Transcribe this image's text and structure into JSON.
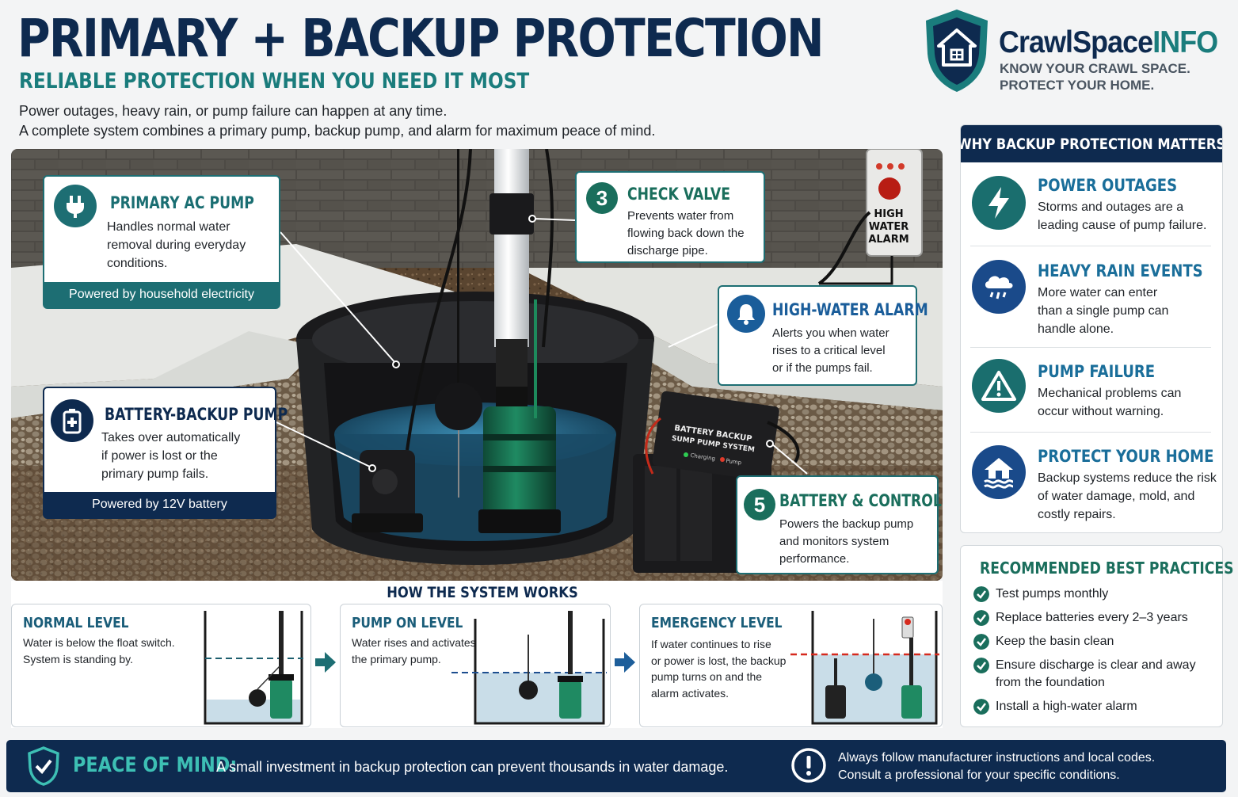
{
  "header": {
    "title": "PRIMARY + BACKUP PROTECTION",
    "subtitle": "RELIABLE PROTECTION WHEN YOU NEED IT MOST",
    "intro_line1": "Power outages, heavy rain, or pump failure can happen at any time.",
    "intro_line2": "A complete system combines a primary pump, backup pump, and alarm for maximum peace of mind."
  },
  "brand": {
    "name_part1": "CrawlSpace",
    "name_part2": "INFO",
    "tagline_line1": "KNOW YOUR CRAWL SPACE.",
    "tagline_line2": "PROTECT YOUR HOME."
  },
  "scene": {
    "alarm_label_line1": "HIGH",
    "alarm_label_line2": "WATER",
    "alarm_label_line3": "ALARM",
    "battery_box_line1": "BATTERY BACKUP",
    "battery_box_line2": "SUMP PUMP SYSTEM",
    "battery_box_status1": "Charging",
    "battery_box_status2": "Pump"
  },
  "callouts": {
    "primary": {
      "title": "PRIMARY AC PUMP",
      "text_line1": "Handles normal water",
      "text_line2": "removal during everyday",
      "text_line3": "conditions.",
      "footer": "Powered by household electricity"
    },
    "battery": {
      "title": "BATTERY-BACKUP PUMP",
      "text_line1": "Takes over automatically",
      "text_line2": "if power is lost or the",
      "text_line3": "primary pump fails.",
      "footer": "Powered by 12V battery"
    },
    "check_valve": {
      "number": "3",
      "title": "CHECK VALVE",
      "text_line1": "Prevents water from",
      "text_line2": "flowing back down the",
      "text_line3": "discharge pipe."
    },
    "alarm": {
      "title": "HIGH-WATER ALARM",
      "text_line1": "Alerts you when water",
      "text_line2": "rises to a critical level",
      "text_line3": "or if the pumps fail."
    },
    "controller": {
      "number": "5",
      "title": "BATTERY & CONTROLLER",
      "text_line1": "Powers the backup pump",
      "text_line2": "and monitors system",
      "text_line3": "performance."
    }
  },
  "how_it_works": {
    "title": "HOW THE SYSTEM WORKS",
    "panels": [
      {
        "title": "NORMAL LEVEL",
        "line1": "Water is below the float switch.",
        "line2": "System is standing by."
      },
      {
        "title": "PUMP ON LEVEL",
        "line1": "Water rises and activates",
        "line2": "the primary pump."
      },
      {
        "title": "EMERGENCY LEVEL",
        "line1": "If water continues to rise",
        "line2": "or power is lost, the backup",
        "line3": "pump turns on and the",
        "line4": "alarm activates."
      }
    ]
  },
  "why": {
    "heading": "WHY BACKUP PROTECTION MATTERS",
    "items": [
      {
        "title": "POWER OUTAGES",
        "line1": "Storms and outages are a",
        "line2": "leading cause of pump failure.",
        "icon": "lightning-icon"
      },
      {
        "title": "HEAVY RAIN EVENTS",
        "line1": "More water can enter",
        "line2": "than a single pump can",
        "line3": "handle alone.",
        "icon": "rain-cloud-icon"
      },
      {
        "title": "PUMP FAILURE",
        "line1": "Mechanical problems can",
        "line2": "occur without warning.",
        "icon": "warning-icon"
      },
      {
        "title": "PROTECT YOUR HOME",
        "line1": "Backup systems reduce the risk",
        "line2": "of water damage, mold, and",
        "line3": "costly repairs.",
        "icon": "house-water-icon"
      }
    ]
  },
  "best_practices": {
    "heading": "RECOMMENDED BEST PRACTICES",
    "items": [
      {
        "line1": "Test pumps monthly"
      },
      {
        "line1": "Replace batteries every 2–3 years"
      },
      {
        "line1": "Keep the basin clean"
      },
      {
        "line1": "Ensure discharge is clear and away",
        "line2": "from the foundation"
      },
      {
        "line1": "Install a high-water alarm"
      }
    ]
  },
  "footer": {
    "label": "PEACE OF MIND:",
    "message": "A small investment in backup protection can prevent thousands in water damage.",
    "note_line1": "Always follow manufacturer instructions and local codes.",
    "note_line2": "Consult a professional for your specific conditions."
  },
  "colors": {
    "navy": "#0e2a4f",
    "teal": "#1a7c7c",
    "green": "#1a6e5c",
    "blue": "#1a6e9a",
    "pump_green": "#1e7a5a",
    "water": "#2d6f8f"
  }
}
